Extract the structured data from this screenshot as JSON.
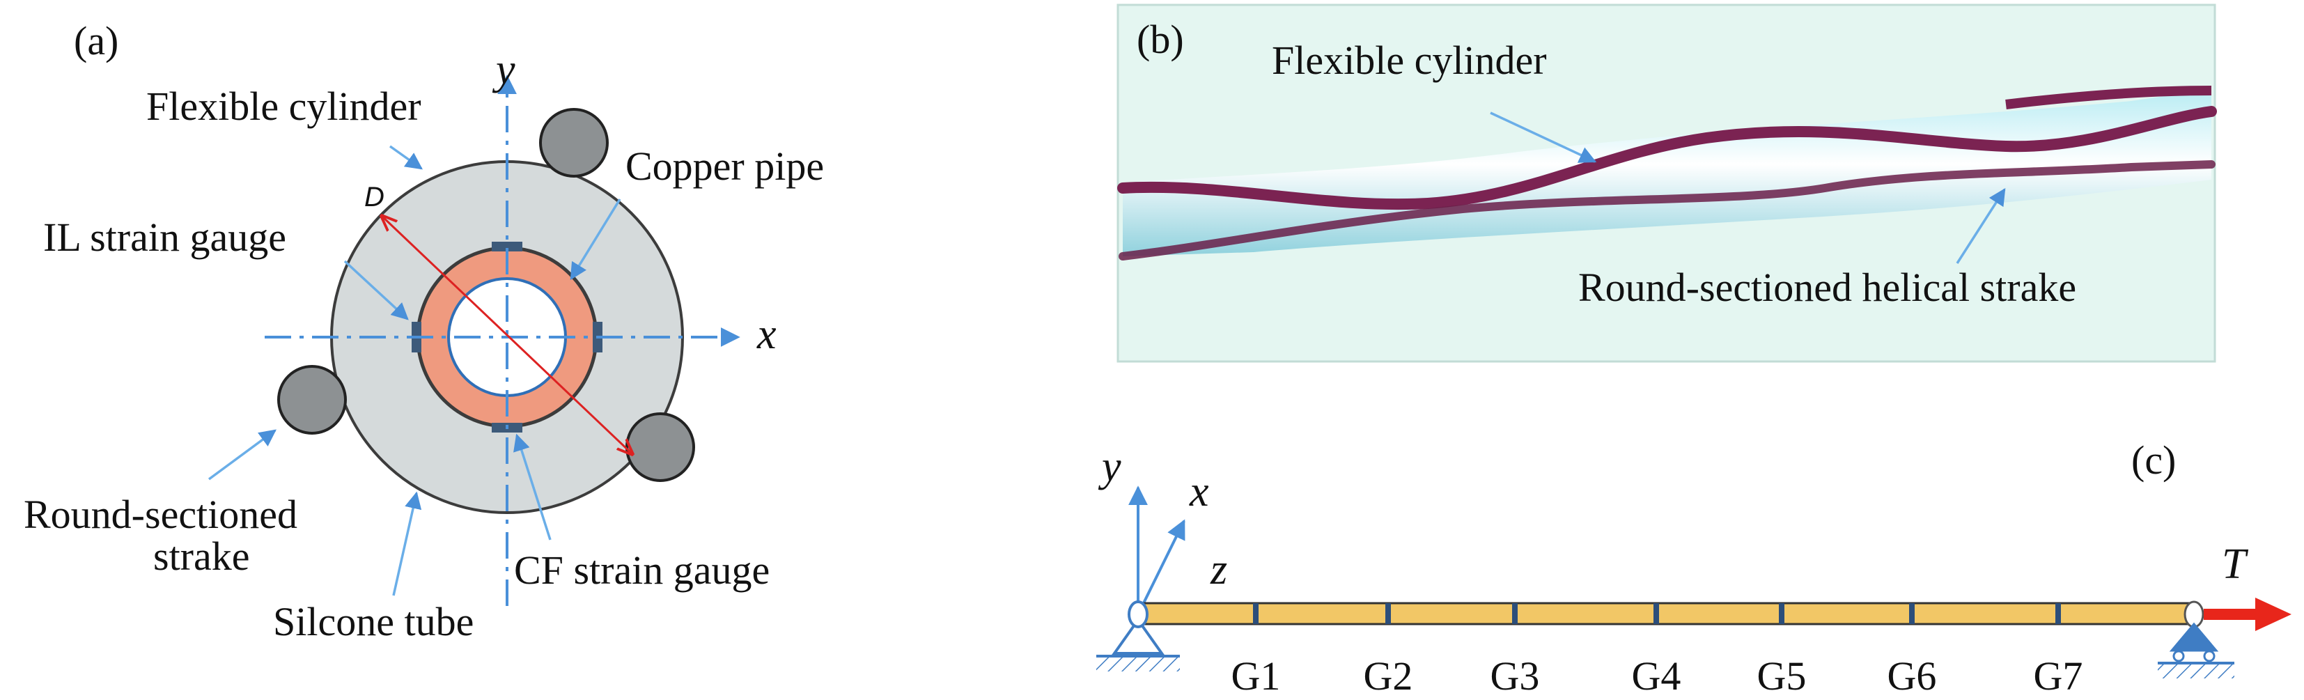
{
  "panel_a": {
    "tag": "(a)",
    "axis_x": "x",
    "axis_y": "y",
    "label_D": "D",
    "label_flexible_cylinder": "Flexible cylinder",
    "label_copper_pipe": "Copper pipe",
    "label_il_strain_gauge": "IL strain gauge",
    "label_strake_line1": "Round-sectioned",
    "label_strake_line2": "strake",
    "label_silicone_tube": "Silcone tube",
    "label_cf_strain_gauge": "CF strain gauge"
  },
  "panel_b": {
    "tag": "(b)",
    "label_flexible_cylinder": "Flexible cylinder",
    "label_helical_strake": "Round-sectioned helical strake"
  },
  "panel_c": {
    "tag": "(c)",
    "axis_y": "y",
    "axis_x": "x",
    "axis_z": "z",
    "tension": "T",
    "gauges": [
      "G1",
      "G2",
      "G3",
      "G4",
      "G5",
      "G6",
      "G7"
    ]
  },
  "colors": {
    "silicone": "#d5dadb",
    "copper": "#ef9a7f",
    "strake": "#8d9193",
    "axis_blue": "#4a90d9",
    "beam": "#f2c766",
    "tension_arrow": "#e8261b",
    "support_blue": "#3f7dc4",
    "photo_bg": "#e4f6f1",
    "photo_strake": "#7b2352"
  }
}
